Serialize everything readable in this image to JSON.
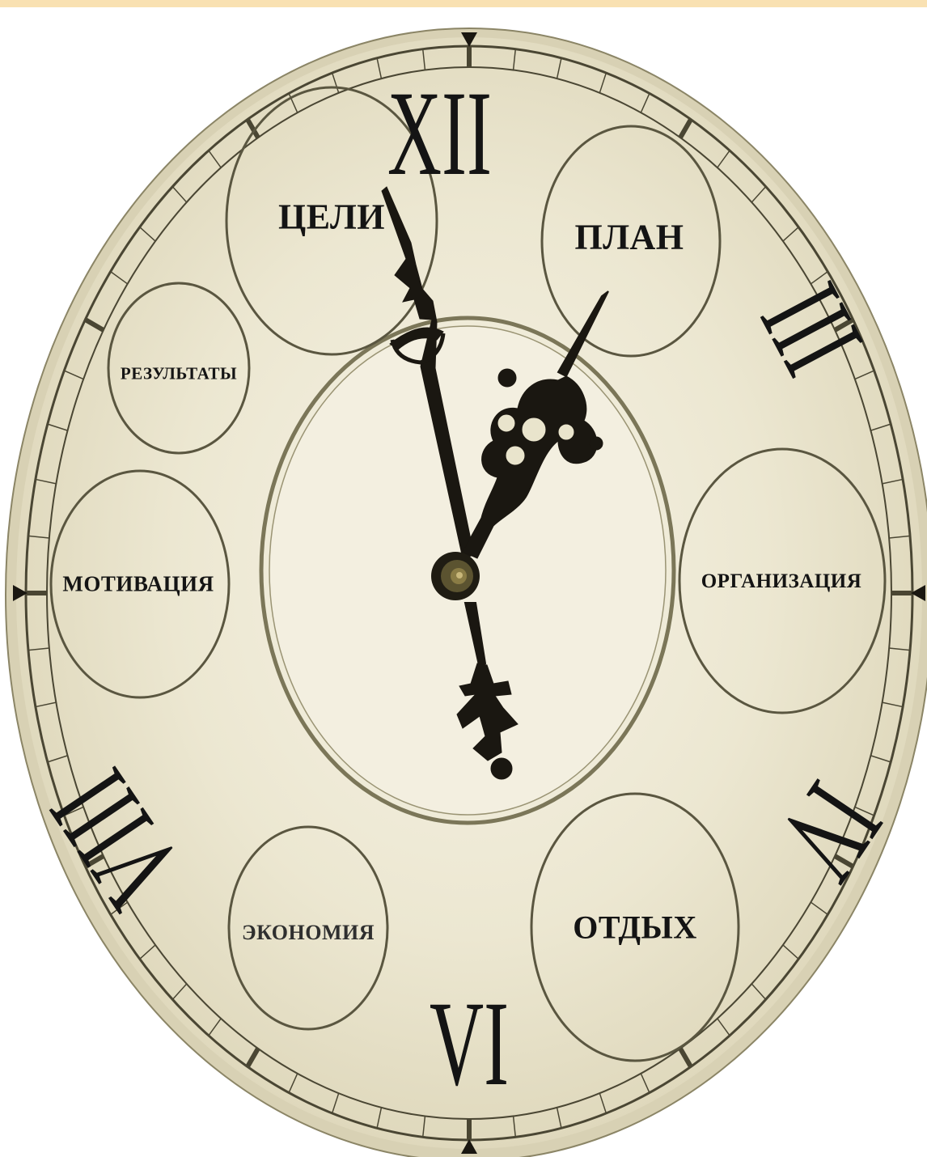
{
  "colors": {
    "top_bar": "#f9e1b2",
    "dial_face": "#eeead6",
    "dial_face_inner": "#f6f3e6",
    "ink": "#141414",
    "ring_stroke": "#5a5640"
  },
  "numerals": {
    "twelve": "XII",
    "three": "III",
    "six": "VI",
    "nine": "VIII",
    "four": "IV"
  },
  "circles": {
    "goals": "ЦЕЛИ",
    "plan": "ПЛАН",
    "results": "РЕЗУЛЬТАТЫ",
    "motivation": "МОТИВАЦИЯ",
    "organization": "ОРГАНИЗАЦИЯ",
    "economy": "ЭКОНОМИЯ",
    "rest": "ОТДЫХ"
  },
  "icons": {
    "hour_hand": "ornate-hour-hand-icon",
    "minute_hand": "ornate-minute-hand-icon",
    "center_pin": "center-pin-icon"
  }
}
